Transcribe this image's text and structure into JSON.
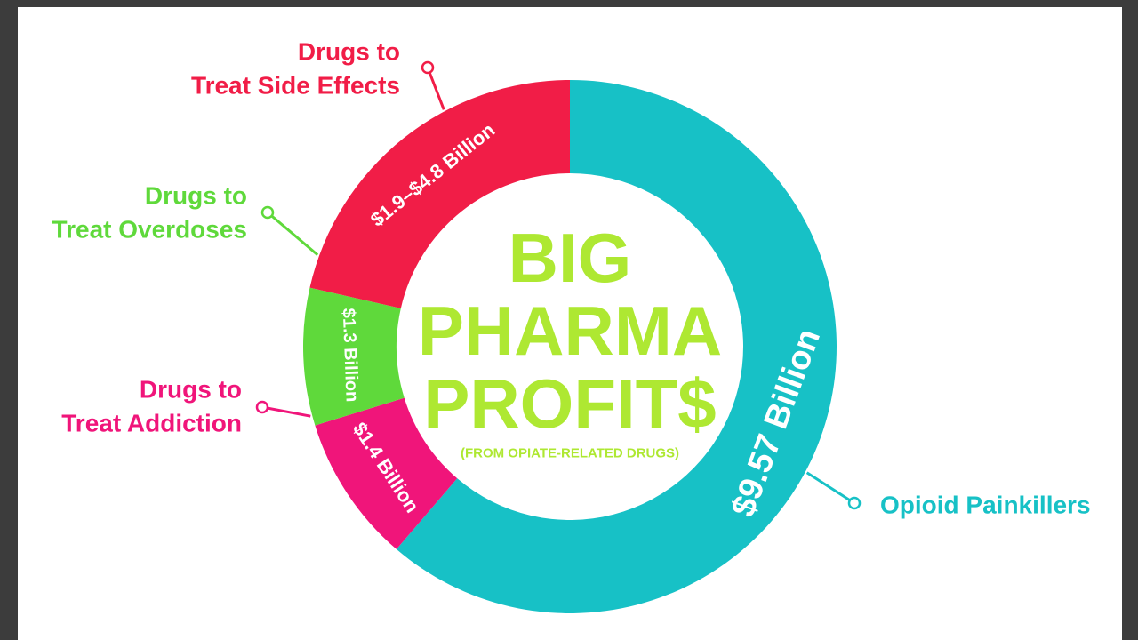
{
  "chart_data": {
    "type": "pie",
    "variant": "donut",
    "title_lines": [
      "BIG",
      "PHARMA",
      "PROFIT$"
    ],
    "subtitle": "(FROM OPIATE-RELATED DRUGS)",
    "slices": [
      {
        "name": "Opioid Painkillers",
        "value": 9.57,
        "label": "$9.57 Billion",
        "color": "#17c1c6"
      },
      {
        "name": "Drugs to Treat Addiction",
        "value": 1.4,
        "label": "$1.4 Billion",
        "color": "#f0157a"
      },
      {
        "name": "Drugs to Treat Overdoses",
        "value": 1.3,
        "label": "$1.3 Billion",
        "color": "#5fd93b"
      },
      {
        "name": "Drugs to Treat Side Effects",
        "value": 3.35,
        "label": "$1.9–$4.8 Billion",
        "color": "#f11d47"
      }
    ],
    "legend_placement": "callouts around ring"
  },
  "callouts": {
    "side_effects": [
      "Drugs to",
      "Treat Side Effects"
    ],
    "overdoses": [
      "Drugs to",
      "Treat Overdoses"
    ],
    "addiction": [
      "Drugs to",
      "Treat Addiction"
    ],
    "painkillers": [
      "Opioid Painkillers"
    ]
  },
  "colors": {
    "title": "#aee832",
    "subtitle": "#aee832",
    "background": "#ffffff",
    "frame": "#3c3c3c"
  }
}
